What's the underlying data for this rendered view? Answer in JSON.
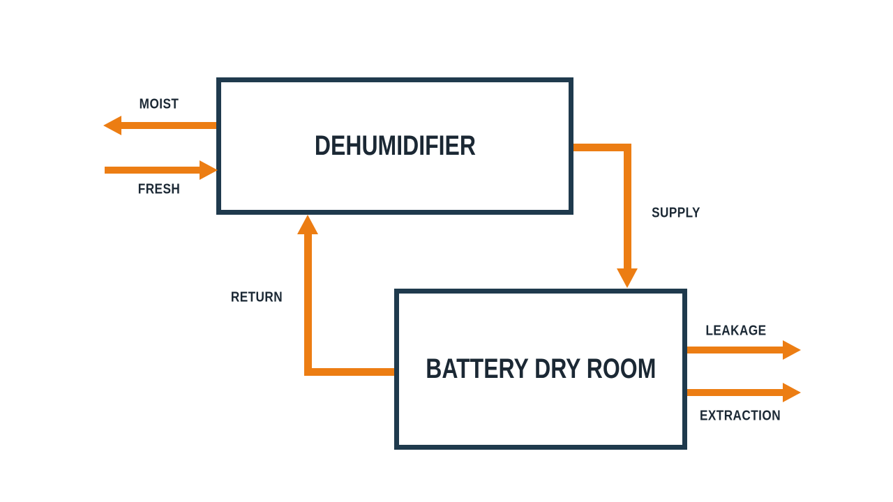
{
  "diagram": {
    "title": "Dehumidifier and battery dry room airflow diagram",
    "colors": {
      "arrow": "#EC7D13",
      "box_border": "#1F3A4D",
      "text": "#1B2834",
      "background": "#FFFFFF"
    },
    "boxes": [
      {
        "id": "dehumidifier",
        "label": "DEHUMIDIFIER"
      },
      {
        "id": "battery-dry-room",
        "label": "BATTERY DRY ROOM"
      }
    ],
    "flows": [
      {
        "id": "moist",
        "label": "MOIST",
        "direction": "left",
        "from": "dehumidifier",
        "to": "outside"
      },
      {
        "id": "fresh",
        "label": "FRESH",
        "direction": "right",
        "from": "outside",
        "to": "dehumidifier"
      },
      {
        "id": "supply",
        "label": "SUPPLY",
        "direction": "down",
        "from": "dehumidifier",
        "to": "battery-dry-room"
      },
      {
        "id": "return",
        "label": "RETURN",
        "direction": "up",
        "from": "battery-dry-room",
        "to": "dehumidifier"
      },
      {
        "id": "leakage",
        "label": "LEAKAGE",
        "direction": "right",
        "from": "battery-dry-room",
        "to": "outside"
      },
      {
        "id": "extraction",
        "label": "EXTRACTION",
        "direction": "right",
        "from": "battery-dry-room",
        "to": "outside"
      }
    ]
  }
}
